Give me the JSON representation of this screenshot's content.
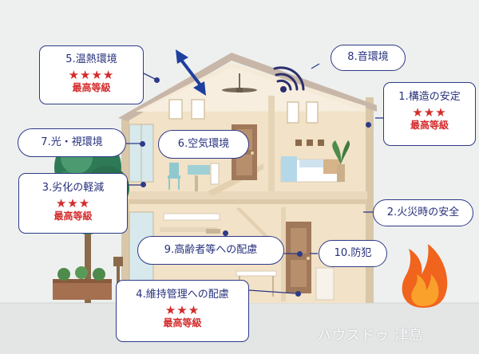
{
  "callouts": {
    "c1": {
      "title": "1.構造の安定",
      "stars": "★★★",
      "grade": "最高等級"
    },
    "c2": {
      "title": "2.火災時の安全"
    },
    "c3": {
      "title": "3.劣化の軽減",
      "stars": "★★★",
      "grade": "最高等級"
    },
    "c4": {
      "title": "4.維持管理への配慮",
      "stars": "★★★",
      "grade": "最高等級"
    },
    "c5": {
      "title": "5.温熱環境",
      "stars": "★★★★",
      "grade": "最高等級"
    },
    "c6": {
      "title": "6.空気環境"
    },
    "c7": {
      "title": "7.光・視環境"
    },
    "c8": {
      "title": "8.音環境"
    },
    "c9": {
      "title": "9.高齢者等への配慮"
    },
    "c10": {
      "title": "10.防犯"
    }
  },
  "watermark": "ハウスドゥ 津島",
  "colors": {
    "border": "#2d3a88",
    "text": "#26307c",
    "star": "#d42b2b",
    "background": "#eef0ef"
  }
}
